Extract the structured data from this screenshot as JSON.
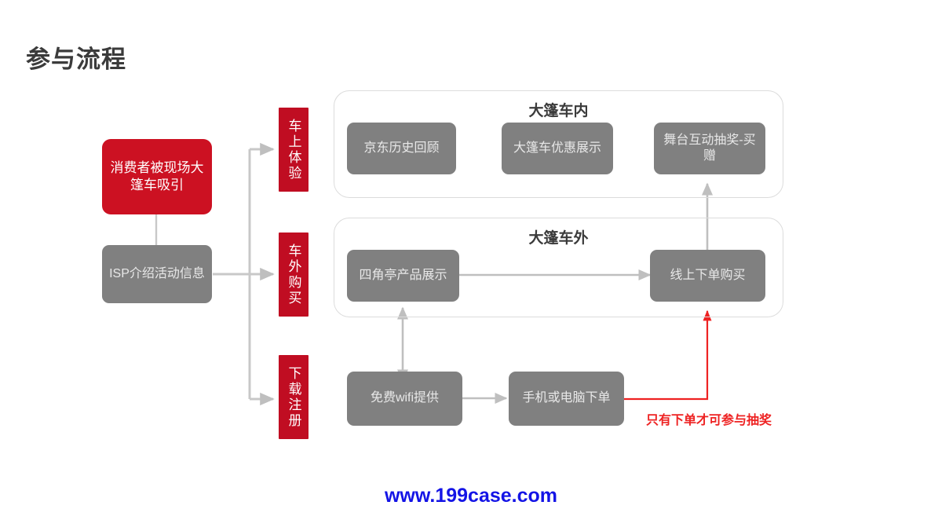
{
  "slide": {
    "title": "参与流程",
    "footer_url": "www.199case.com",
    "colors": {
      "red_primary": "#cc1122",
      "red_label": "#c00d22",
      "gray_node": "#808080",
      "panel_border": "#dcdcdc",
      "annotation_red": "#ee2222",
      "footer_blue": "#1414e6"
    }
  },
  "entry": {
    "trigger_label": "消费者被现场大篷车吸引",
    "info_label": "ISP介绍活动信息"
  },
  "stages": [
    {
      "label": "车上体验"
    },
    {
      "label": "车外购买"
    },
    {
      "label": "下载注册"
    }
  ],
  "panels": [
    {
      "title": "大篷车内",
      "nodes": [
        {
          "label": "京东历史回顾"
        },
        {
          "label": "大篷车优惠展示"
        },
        {
          "label": "舞台互动抽奖-买赠"
        }
      ]
    },
    {
      "title": "大篷车外",
      "nodes": [
        {
          "label": "四角亭产品展示"
        },
        {
          "label": "线上下单购买"
        }
      ]
    }
  ],
  "bottom_nodes": [
    {
      "label": "免费wifi提供"
    },
    {
      "label": "手机或电脑下单"
    }
  ],
  "annotations": [
    {
      "text": "只有下单才可参与抽奖"
    }
  ]
}
